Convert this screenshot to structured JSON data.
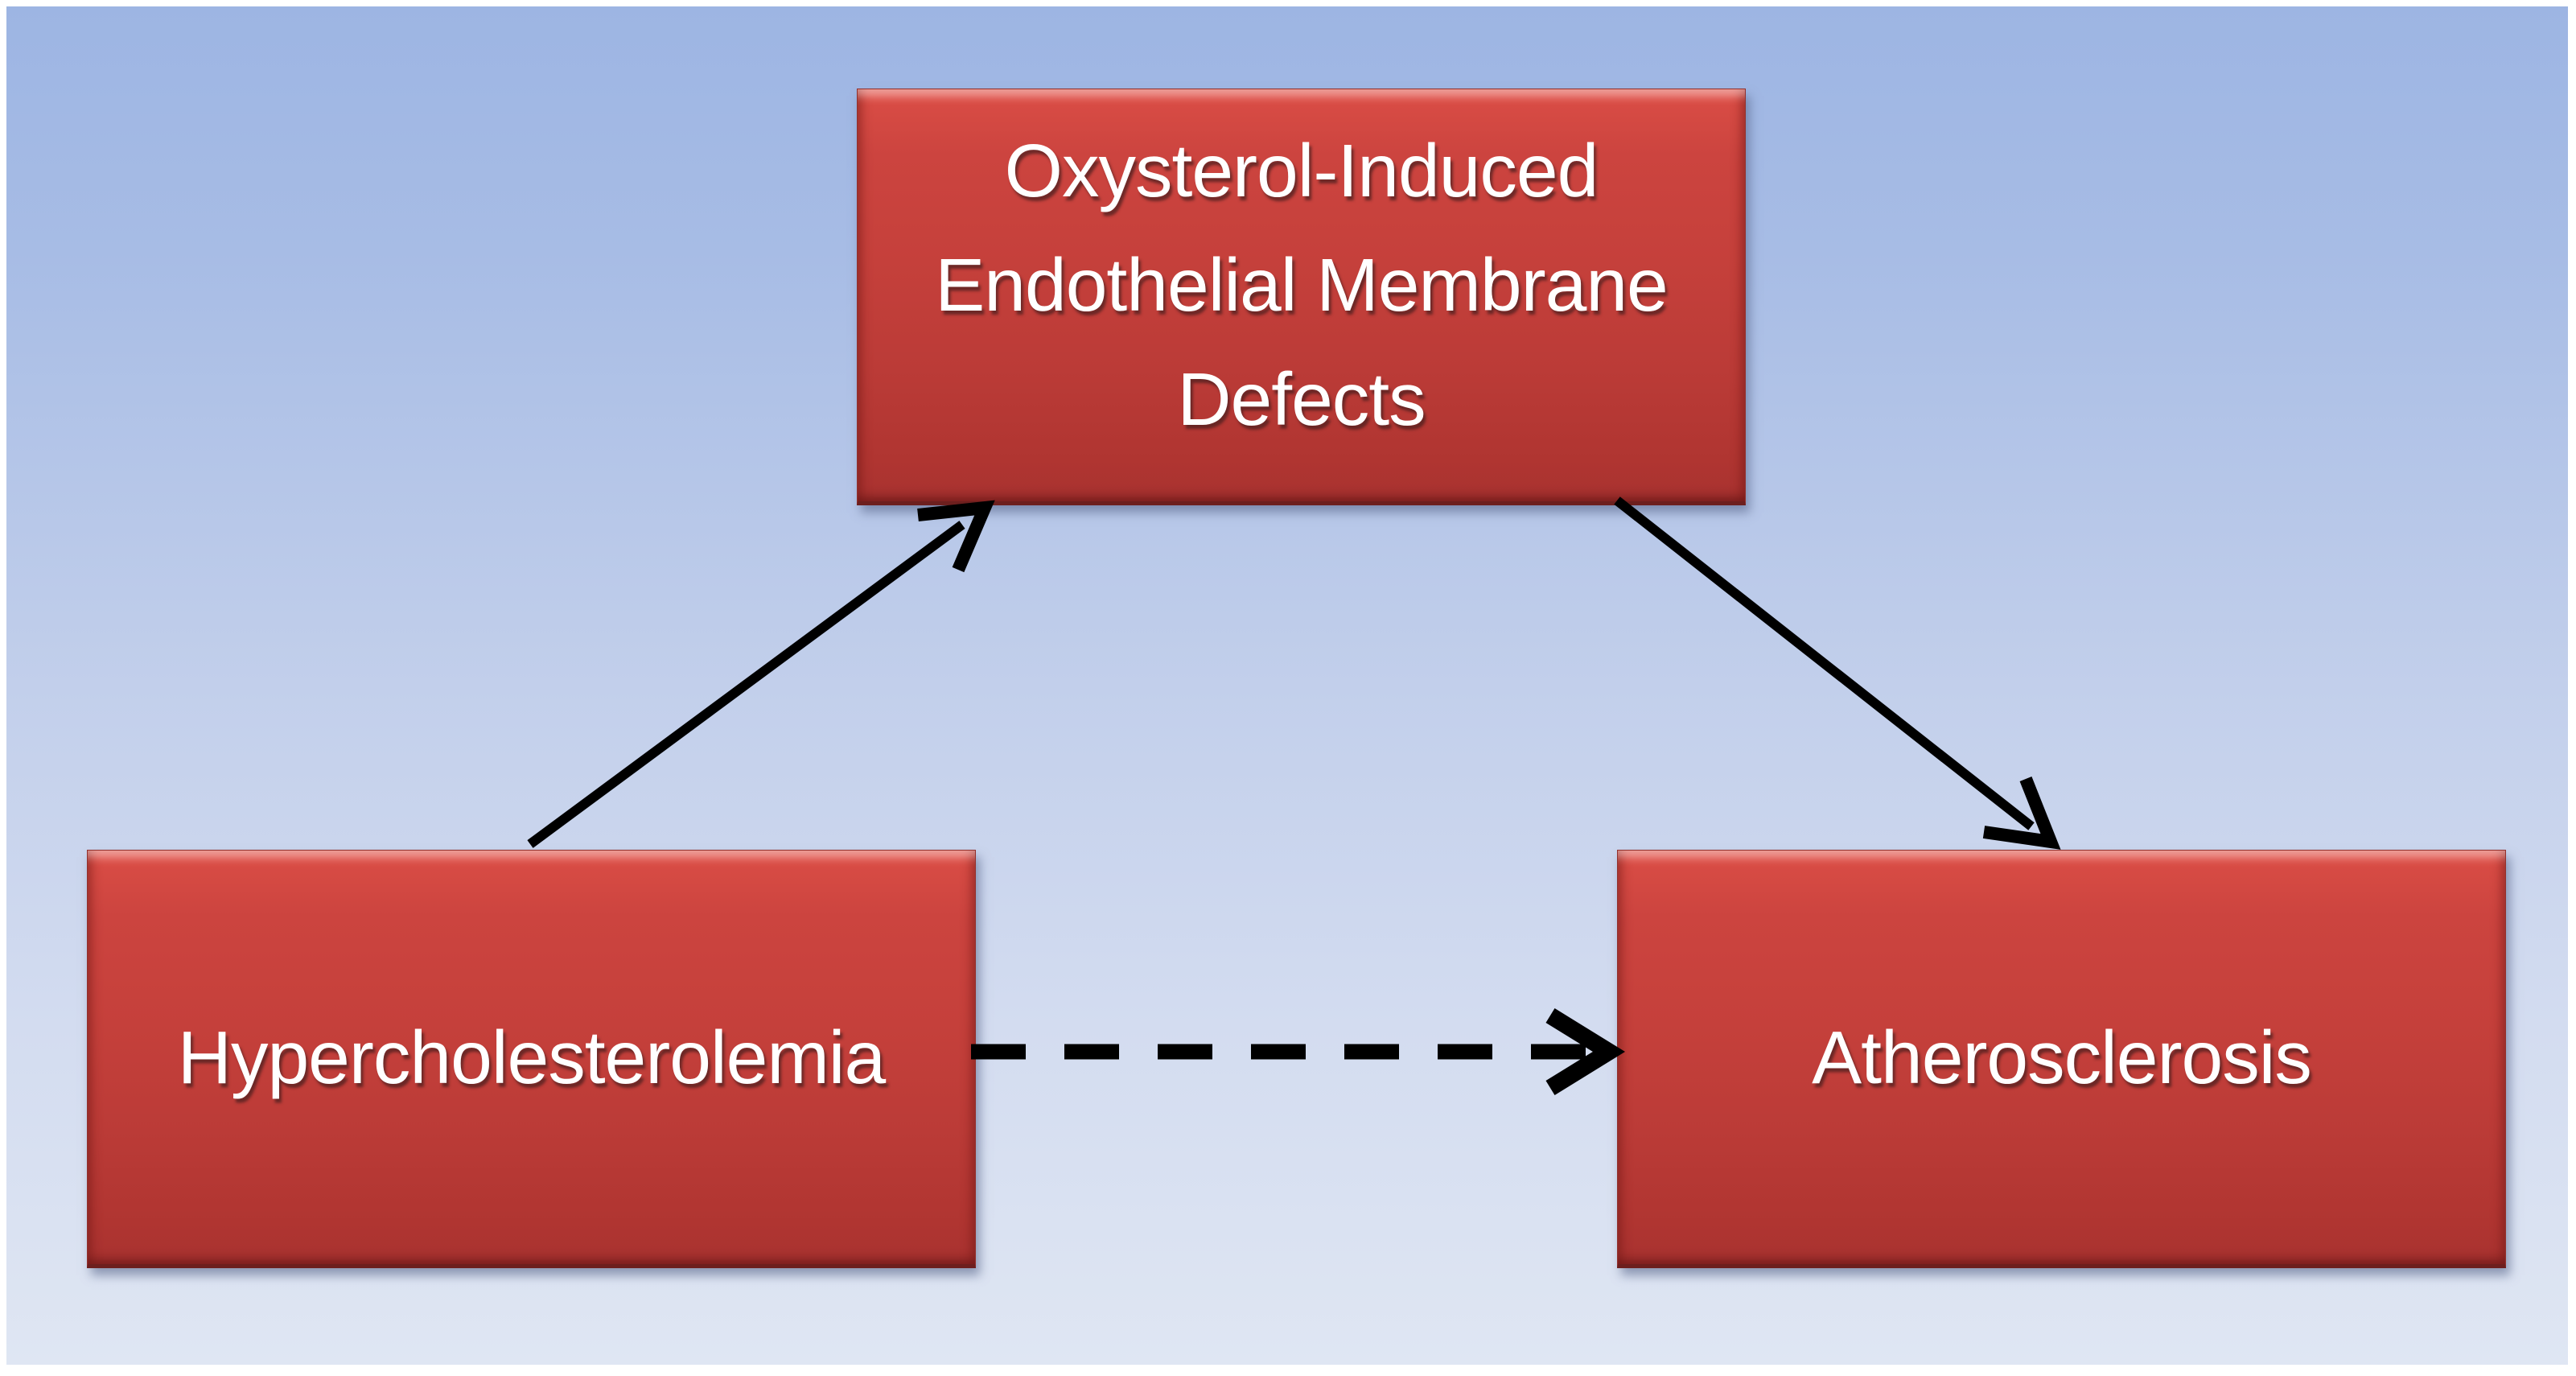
{
  "figure": {
    "type": "causal-path-diagram",
    "nodes": {
      "mediator": {
        "label": "Oxysterol-Induced Endothelial Membrane Defects",
        "lines": [
          "Oxysterol-Induced",
          "Endothelial Membrane",
          "Defects"
        ]
      },
      "exposure": {
        "label": "Hypercholesterolemia"
      },
      "outcome": {
        "label": "Atherosclerosis"
      }
    },
    "edges": [
      {
        "from": "Hypercholesterolemia",
        "to": "Oxysterol-Induced Endothelial Membrane Defects",
        "line_style": "solid"
      },
      {
        "from": "Oxysterol-Induced Endothelial Membrane Defects",
        "to": "Atherosclerosis",
        "line_style": "solid"
      },
      {
        "from": "Hypercholesterolemia",
        "to": "Atherosclerosis",
        "line_style": "dashed"
      }
    ],
    "colors": {
      "node_fill": "#c5403b",
      "node_fill_highlight": "#e8655c",
      "node_fill_dark": "#a83230",
      "node_border_bottom": "#6d1f1e",
      "node_text": "#ffffff",
      "arrow": "#000000",
      "background_top": "#9db5e3",
      "background_bottom": "#dfe6f3",
      "frame": "#ffffff"
    }
  }
}
